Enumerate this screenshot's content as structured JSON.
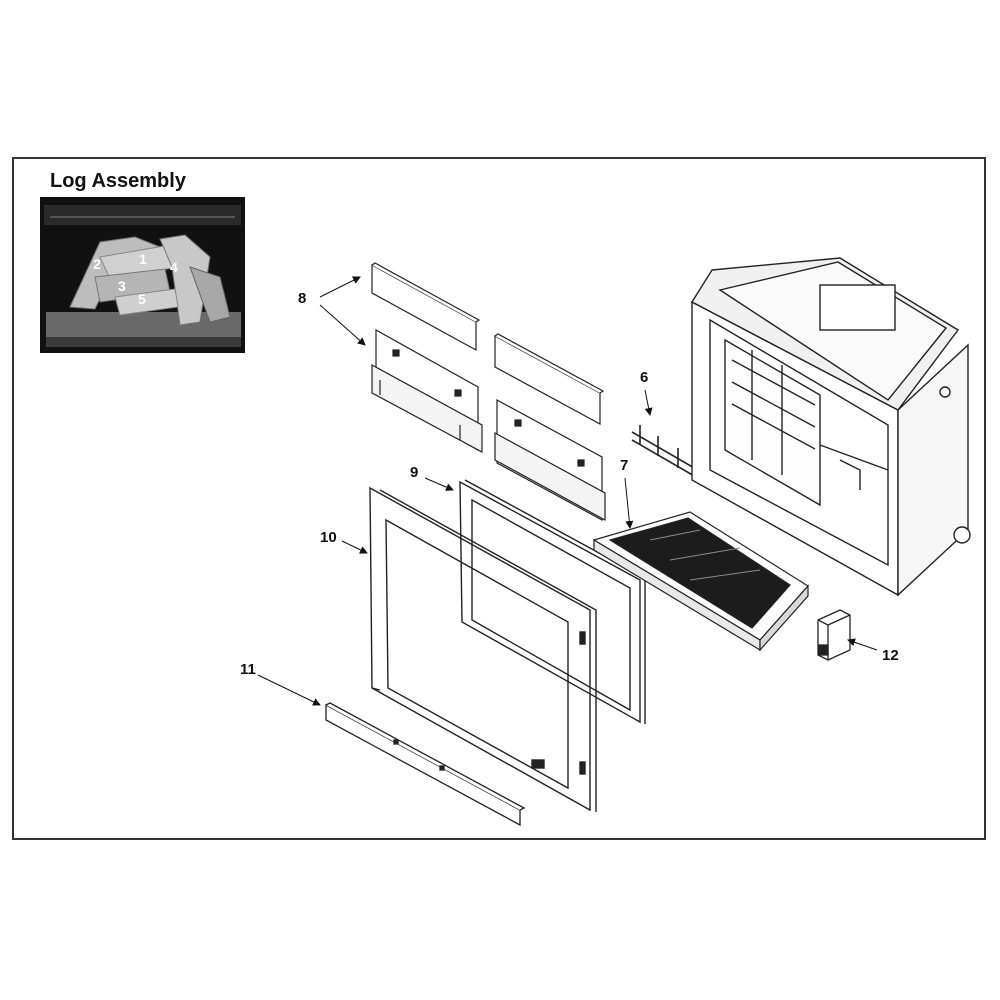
{
  "inset": {
    "title": "Log Assembly",
    "log_numbers": [
      "1",
      "2",
      "3",
      "4",
      "5"
    ]
  },
  "callouts": [
    "6",
    "7",
    "8",
    "9",
    "10",
    "11",
    "12"
  ]
}
